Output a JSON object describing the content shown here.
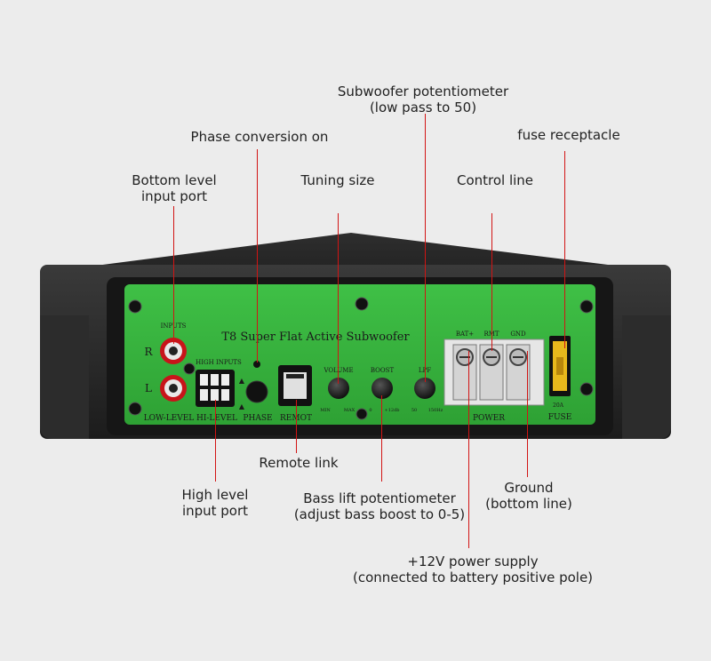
{
  "device": {
    "title": "T8 Super Flat Active Subwoofer",
    "inputs_label": "INPUTS",
    "channel_r": "R",
    "channel_l": "L",
    "high_inputs_label": "HIGH INPUTS",
    "port_labels": {
      "low_level": "LOW-LEVEL",
      "hi_level": "HI-LEVEL",
      "phase": "PHASE",
      "remot": "REMOT",
      "power": "POWER",
      "fuse": "FUSE"
    },
    "knobs": {
      "volume": {
        "label": "VOLUME",
        "min": "MIN",
        "max": "MAX"
      },
      "boost": {
        "label": "BOOST",
        "min": "0",
        "max": "+12db"
      },
      "lpf": {
        "label": "LPF",
        "min": "50",
        "max": "150Hz"
      }
    },
    "terminals": [
      "BAT+",
      "RMT",
      "GND"
    ],
    "fuse_rating": "20A",
    "colors": {
      "panel_green": "#36b53c",
      "rca_red": "#c8141a",
      "leader_red": "#d21414",
      "body_dark": "#262626"
    }
  },
  "callouts": {
    "subwoofer_pot": [
      "Subwoofer potentiometer",
      "(low pass to 50)"
    ],
    "phase_conversion": [
      "Phase conversion on"
    ],
    "fuse_receptacle": [
      "fuse receptacle"
    ],
    "bottom_level_input": [
      "Bottom level",
      "input port"
    ],
    "tuning_size": [
      "Tuning size"
    ],
    "control_line": [
      "Control line"
    ],
    "remote_link": [
      "Remote link"
    ],
    "high_level_input": [
      "High level",
      "input port"
    ],
    "bass_lift": [
      "Bass lift potentiometer",
      "(adjust bass boost to 0-5)"
    ],
    "ground": [
      "Ground",
      "(bottom line)"
    ],
    "power_supply": [
      "+12V power supply",
      "(connected to battery positive pole)"
    ]
  }
}
